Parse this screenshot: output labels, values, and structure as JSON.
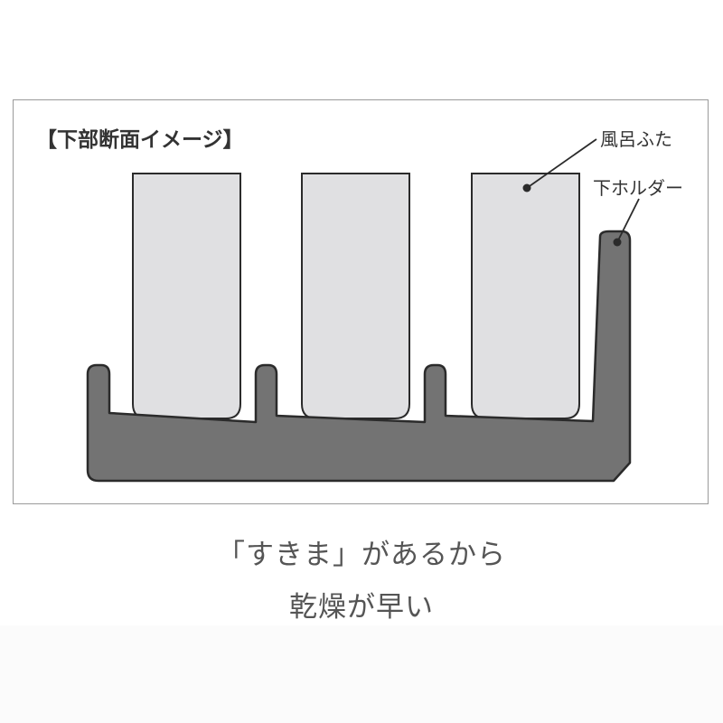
{
  "diagram": {
    "title": "【下部断面イメージ】",
    "labels": {
      "lid": "風呂ふた",
      "holder": "下ホルダー"
    },
    "colors": {
      "lid_fill": "#e0e0e2",
      "holder_fill": "#737373",
      "outline": "#2b2b2b",
      "frame": "#9a9a9a"
    }
  },
  "caption": {
    "line1": "「すきま」があるから",
    "line2": "乾燥が早い"
  }
}
